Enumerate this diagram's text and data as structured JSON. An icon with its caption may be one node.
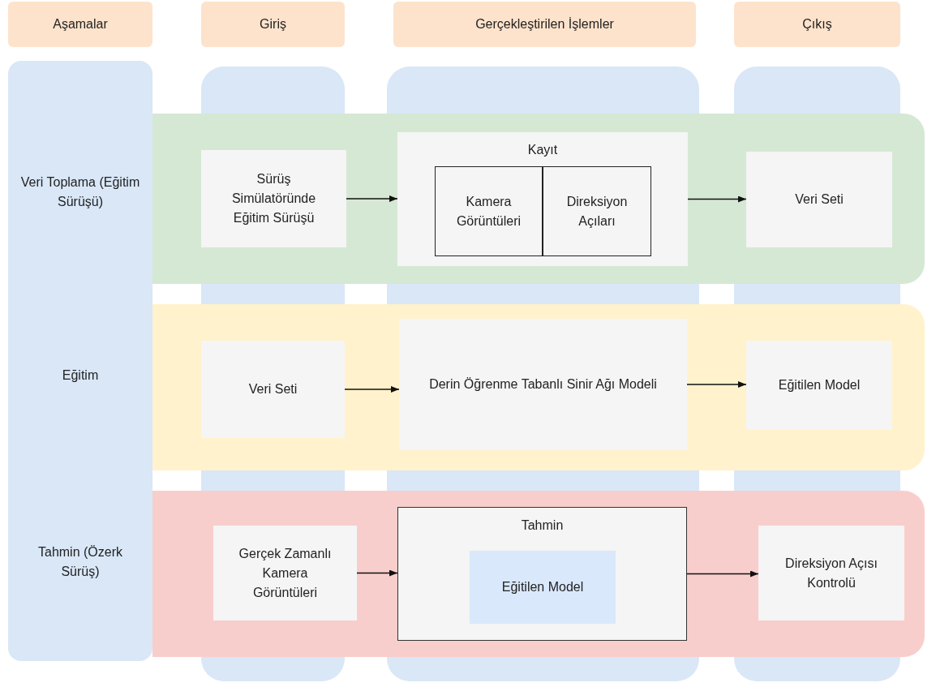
{
  "diagram": {
    "nodes": [
      {
        "text": [
          "Aşamalar"
        ]
      },
      {
        "text": [
          "Giriş"
        ]
      },
      {
        "text": [
          "Gerçekleştirilen İşlemler"
        ]
      },
      {
        "text": [
          "Çıkış"
        ]
      },
      {
        "text": [
          "Veri Toplama (Eğitim Sürüşü)",
          "Eğitim",
          "Tahmin (Özerk Sürüş)"
        ]
      },
      {
        "text": [
          "Sürüş Simülatöründe Eğitim Sürüşü"
        ]
      },
      {
        "text": [
          "Kayıt"
        ]
      },
      {
        "text": [
          "Kamera Görüntüleri"
        ],
        "in": 6
      },
      {
        "text": [
          "Direksiyon Açıları"
        ],
        "in": 6
      },
      {
        "text": [
          "Veri Seti"
        ]
      },
      {
        "text": [
          "Veri Seti"
        ]
      },
      {
        "text": [
          "Derin Öğrenme Tabanlı Sinir Ağı Modeli"
        ]
      },
      {
        "text": [
          "Eğitilen Model"
        ]
      },
      {
        "text": [
          "Gerçek Zamanlı Kamera Görüntüleri"
        ]
      },
      {
        "text": [
          "Tahmin"
        ]
      },
      {
        "text": [
          "Eğitilen Model"
        ],
        "in": 14
      },
      {
        "text": [
          "Direksiyon Açısı Kontrolü"
        ]
      }
    ],
    "edges": [
      {
        "from": 5,
        "to": 6,
        "arrow": "to"
      },
      {
        "from": 6,
        "to": 9,
        "arrow": "to"
      },
      {
        "from": 10,
        "to": 11,
        "arrow": "to"
      },
      {
        "from": 11,
        "to": 12,
        "arrow": "to"
      },
      {
        "from": 13,
        "to": 14,
        "arrow": "to"
      },
      {
        "from": 14,
        "to": 16,
        "arrow": "to"
      }
    ]
  }
}
